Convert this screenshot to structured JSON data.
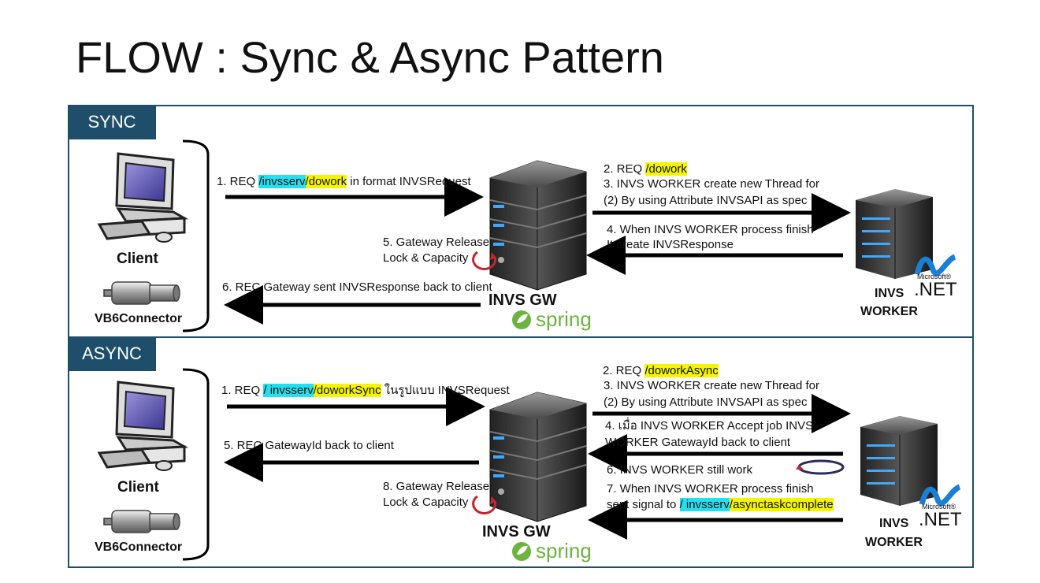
{
  "title": "FLOW : Sync & Async Pattern",
  "colors": {
    "frame": "#1f4e6b",
    "cyan_highlight": "#22e0f0",
    "yellow_highlight": "#f5f500",
    "spring_green": "#6db33f",
    "dotnet_blue": "#1a7fd6",
    "arrow": "#000000",
    "loop_red": "#c0282d"
  },
  "sync": {
    "tag": "SYNC",
    "client_label": "Client",
    "connector_label": "VB6Connector",
    "gw_label": "INVS GW",
    "spring_label": "spring",
    "worker_label_1": "INVS",
    "worker_label_2": "WORKER",
    "dotnet_ms": "Microsoft®",
    "dotnet_net": ".NET",
    "step1": {
      "prefix": "1.  REQ ",
      "seg1": "/invsserv",
      "seg2": "/dowork",
      "suffix": " in format INVSRequest"
    },
    "step2": {
      "prefix": "2. REQ ",
      "seg": "/dowork"
    },
    "step3a": "3. INVS WORKER create new Thread for",
    "step3b": "(2) By using Attribute INVSAPI as spec",
    "step4a": "4. When INVS WORKER process finish",
    "step4b": "It create INVSResponse",
    "step5a": "5. Gateway Release",
    "step5b": "Lock & Capacity",
    "step6": "6. REC Gateway sent INVSResponse back to client"
  },
  "async": {
    "tag": "ASYNC",
    "client_label": "Client",
    "connector_label": "VB6Connector",
    "gw_label": "INVS GW",
    "spring_label": "spring",
    "worker_label_1": "INVS",
    "worker_label_2": "WORKER",
    "dotnet_ms": "Microsoft®",
    "dotnet_net": ".NET",
    "step1": {
      "prefix": "1.  REQ ",
      "seg1": "/ invsserv",
      "seg2": "/doworkSync",
      "suffix": " ในรูปแบบ INVSRequest"
    },
    "step2": {
      "prefix": "2.  REQ ",
      "seg": "/doworkAsync"
    },
    "step3a": "3. INVS WORKER create new Thread for",
    "step3b": "(2) By using Attribute INVSAPI as spec",
    "step4a": "4. เมื่อ INVS WORKER Accept job INVS",
    "step4b": "WORKER GatewayId back to client",
    "step5": "5. REC GatewayId back to client",
    "step6": "6. INVS WORKER still work",
    "step7a": "7. When INVS WORKER  process finish",
    "step7b": {
      "prefix": " sent signal to ",
      "seg1": "/ invsserv",
      "seg2": "/asynctaskcomplete"
    },
    "step8a": "8. Gateway Release",
    "step8b": "Lock & Capacity"
  }
}
